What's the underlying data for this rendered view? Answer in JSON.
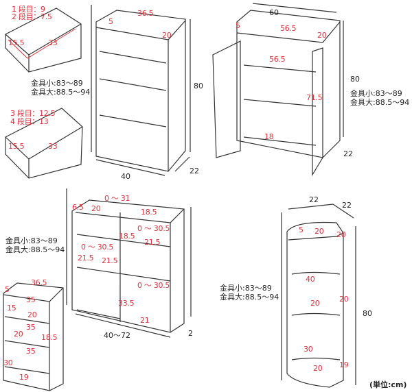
{
  "colors": {
    "dimension": "#e0303a",
    "outline": "#333333"
  },
  "drawer_upper": {
    "row1": "1 段目：9",
    "row2": "2 段目：7.5",
    "depth": "15.5",
    "width": "33"
  },
  "drawer_lower": {
    "row3": "3 段目：12.5",
    "row4": "4 段目：13",
    "depth": "15.5",
    "width": "33"
  },
  "hardware_note": {
    "small": "金具小:83～89",
    "large": "金具大:88.5～94"
  },
  "chest": {
    "top_width": "36.5",
    "top_height": "5",
    "top_depth": "20",
    "height": "80",
    "width": "40",
    "depth": "22"
  },
  "cabinet": {
    "outer_width": "60",
    "top_height": "5",
    "top_width": "56.5",
    "top_depth": "20",
    "inner_width": "56.5",
    "inner_height": "71.5",
    "inner_depth": "18",
    "height": "80",
    "depth": "22"
  },
  "bookshelf": {
    "top_slide": "0 ～ 31",
    "top_height": "6.5",
    "top_depth": "20",
    "right_top_depth": "18.5",
    "slide_1": "0 ～ 30.5",
    "height_1": "18.5",
    "depth_1": "21.5",
    "slide_2": "0 ～ 30.5",
    "depth_2": "21.5",
    "height_2": "21.5",
    "slide_3": "0 ～ 30.5",
    "height_3": "33.5",
    "depth_3": "21",
    "width": "40～72",
    "depth": "2"
  },
  "small_shelf": {
    "top_width": "36.5",
    "top_height": "5",
    "w1": "35",
    "h1": "15",
    "d1": "20",
    "w2": "35",
    "d2": "20",
    "h2": "18.5",
    "w3": "35",
    "h3": "30",
    "d3": "19"
  },
  "corner_shelf": {
    "side_a": "22",
    "side_b": "22",
    "top_height": "5",
    "top_d1": "20",
    "top_d2": "20",
    "height_mid": "40",
    "mid_d1": "20",
    "mid_d2": "20",
    "height_low": "30",
    "low_d1": "20",
    "low_d2": "19",
    "height": "80"
  },
  "unit_label": "(単位:cm)"
}
